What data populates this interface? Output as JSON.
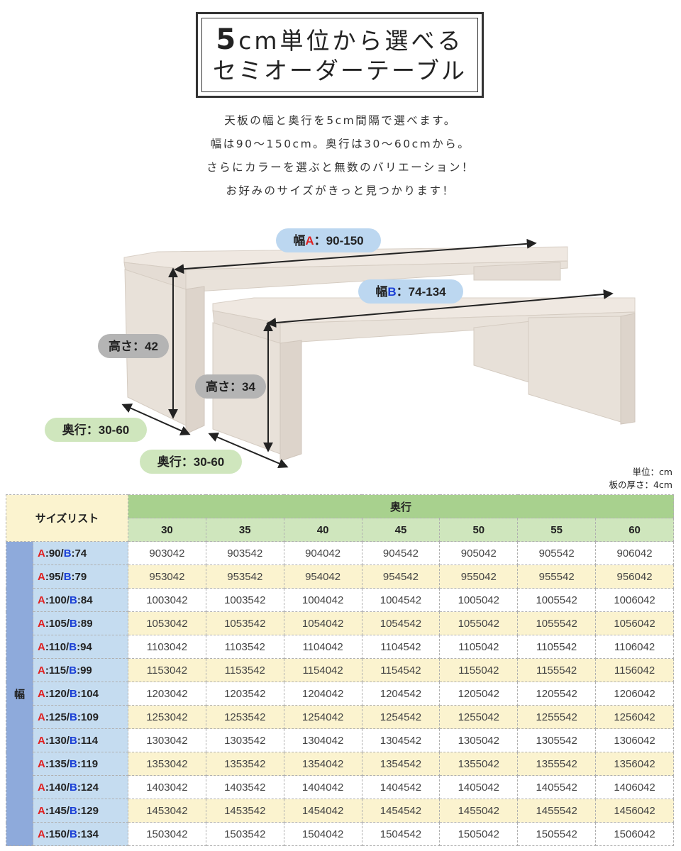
{
  "title": {
    "line1_bold": "5",
    "line1_rest": "cm単位から選べる",
    "line2": "セミオーダーテーブル"
  },
  "description": [
    "天板の幅と奥行を5cm間隔で選べます。",
    "幅は90〜150cm。奥行は30〜60cmから。",
    "さらにカラーを選ぶと無数のバリエーション！",
    "お好みのサイズがきっと見つかります！"
  ],
  "illustration": {
    "width_a_prefix": "幅",
    "width_a_letter": "A",
    "width_a_range": "：90-150",
    "width_b_prefix": "幅",
    "width_b_letter": "B",
    "width_b_range": "：74-134",
    "height_a": "高さ：42",
    "height_b": "高さ：34",
    "depth_a": "奥行：30-60",
    "depth_b": "奥行：30-60"
  },
  "unit_note": {
    "unit": "単位：cm",
    "thickness": "板の厚さ：4cm"
  },
  "table": {
    "corner_label": "サイズリスト",
    "depth_header": "奥行",
    "width_header": "幅",
    "depths": [
      "30",
      "35",
      "40",
      "45",
      "50",
      "55",
      "60"
    ],
    "rows": [
      {
        "a": "90",
        "b": "74",
        "values": [
          "903042",
          "903542",
          "904042",
          "904542",
          "905042",
          "905542",
          "906042"
        ]
      },
      {
        "a": "95",
        "b": "79",
        "values": [
          "953042",
          "953542",
          "954042",
          "954542",
          "955042",
          "955542",
          "956042"
        ]
      },
      {
        "a": "100",
        "b": "84",
        "values": [
          "1003042",
          "1003542",
          "1004042",
          "1004542",
          "1005042",
          "1005542",
          "1006042"
        ]
      },
      {
        "a": "105",
        "b": "89",
        "values": [
          "1053042",
          "1053542",
          "1054042",
          "1054542",
          "1055042",
          "1055542",
          "1056042"
        ]
      },
      {
        "a": "110",
        "b": "94",
        "values": [
          "1103042",
          "1103542",
          "1104042",
          "1104542",
          "1105042",
          "1105542",
          "1106042"
        ]
      },
      {
        "a": "115",
        "b": "99",
        "values": [
          "1153042",
          "1153542",
          "1154042",
          "1154542",
          "1155042",
          "1155542",
          "1156042"
        ]
      },
      {
        "a": "120",
        "b": "104",
        "values": [
          "1203042",
          "1203542",
          "1204042",
          "1204542",
          "1205042",
          "1205542",
          "1206042"
        ]
      },
      {
        "a": "125",
        "b": "109",
        "values": [
          "1253042",
          "1253542",
          "1254042",
          "1254542",
          "1255042",
          "1255542",
          "1256042"
        ]
      },
      {
        "a": "130",
        "b": "114",
        "values": [
          "1303042",
          "1303542",
          "1304042",
          "1304542",
          "1305042",
          "1305542",
          "1306042"
        ]
      },
      {
        "a": "135",
        "b": "119",
        "values": [
          "1353042",
          "1353542",
          "1354042",
          "1354542",
          "1355042",
          "1355542",
          "1356042"
        ]
      },
      {
        "a": "140",
        "b": "124",
        "values": [
          "1403042",
          "1403542",
          "1404042",
          "1404542",
          "1405042",
          "1405542",
          "1406042"
        ]
      },
      {
        "a": "145",
        "b": "129",
        "values": [
          "1453042",
          "1453542",
          "1454042",
          "1454542",
          "1455042",
          "1455542",
          "1456042"
        ]
      },
      {
        "a": "150",
        "b": "134",
        "values": [
          "1503042",
          "1503542",
          "1504042",
          "1504542",
          "1505042",
          "1505542",
          "1506042"
        ]
      }
    ]
  },
  "colors": {
    "label_a": "#e02020",
    "label_b": "#1a3fd6",
    "header_green": "#a8d18e",
    "depth_green": "#cfe6bd",
    "width_blue": "#8eaadb",
    "row_label_blue": "#c5dcf0",
    "stripe_cream": "#fbf3cf"
  }
}
